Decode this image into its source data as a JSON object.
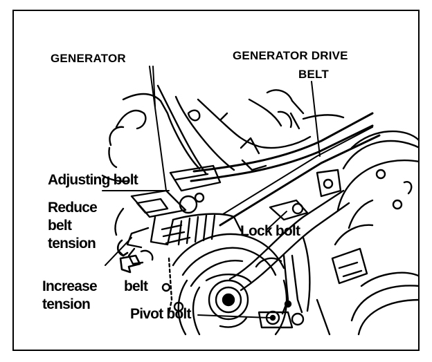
{
  "labels": {
    "generator": "GENERATOR",
    "drive_belt_line1": "GENERATOR DRIVE",
    "drive_belt_line2": "BELT",
    "adjusting_bolt": "Adjusting bolt",
    "reduce_line1": "Reduce",
    "reduce_line2": "belt",
    "reduce_line3": "tension",
    "lock_bolt": "Lock bolt",
    "increase": "Increase",
    "belt": "belt",
    "tension": "tension",
    "pivot_bolt": "Pivot bolt"
  },
  "colors": {
    "ink": "#000000",
    "paper": "#ffffff"
  }
}
